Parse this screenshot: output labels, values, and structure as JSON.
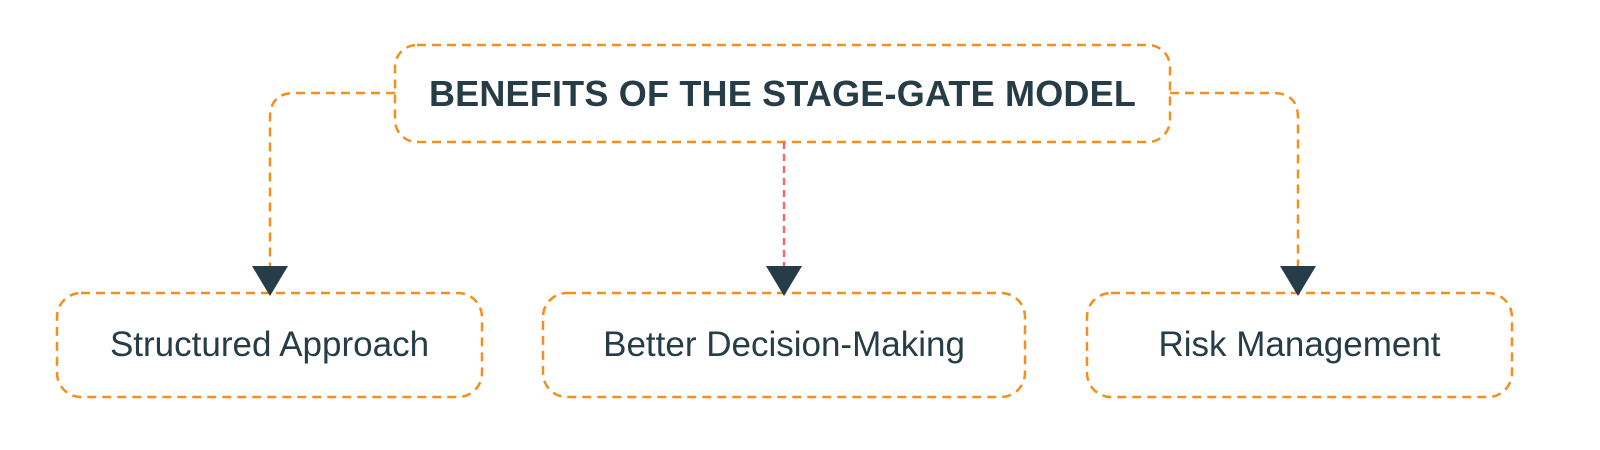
{
  "diagram": {
    "title": "BENEFITS OF THE STAGE-GATE MODEL",
    "children": [
      {
        "label": "Structured Approach"
      },
      {
        "label": "Better Decision-Making"
      },
      {
        "label": "Risk Management"
      }
    ]
  },
  "colors": {
    "border": "#f0901e",
    "center_connector": "#ec6b6b",
    "arrowhead": "#263d48",
    "text": "#263d48",
    "background": "#ffffff"
  }
}
